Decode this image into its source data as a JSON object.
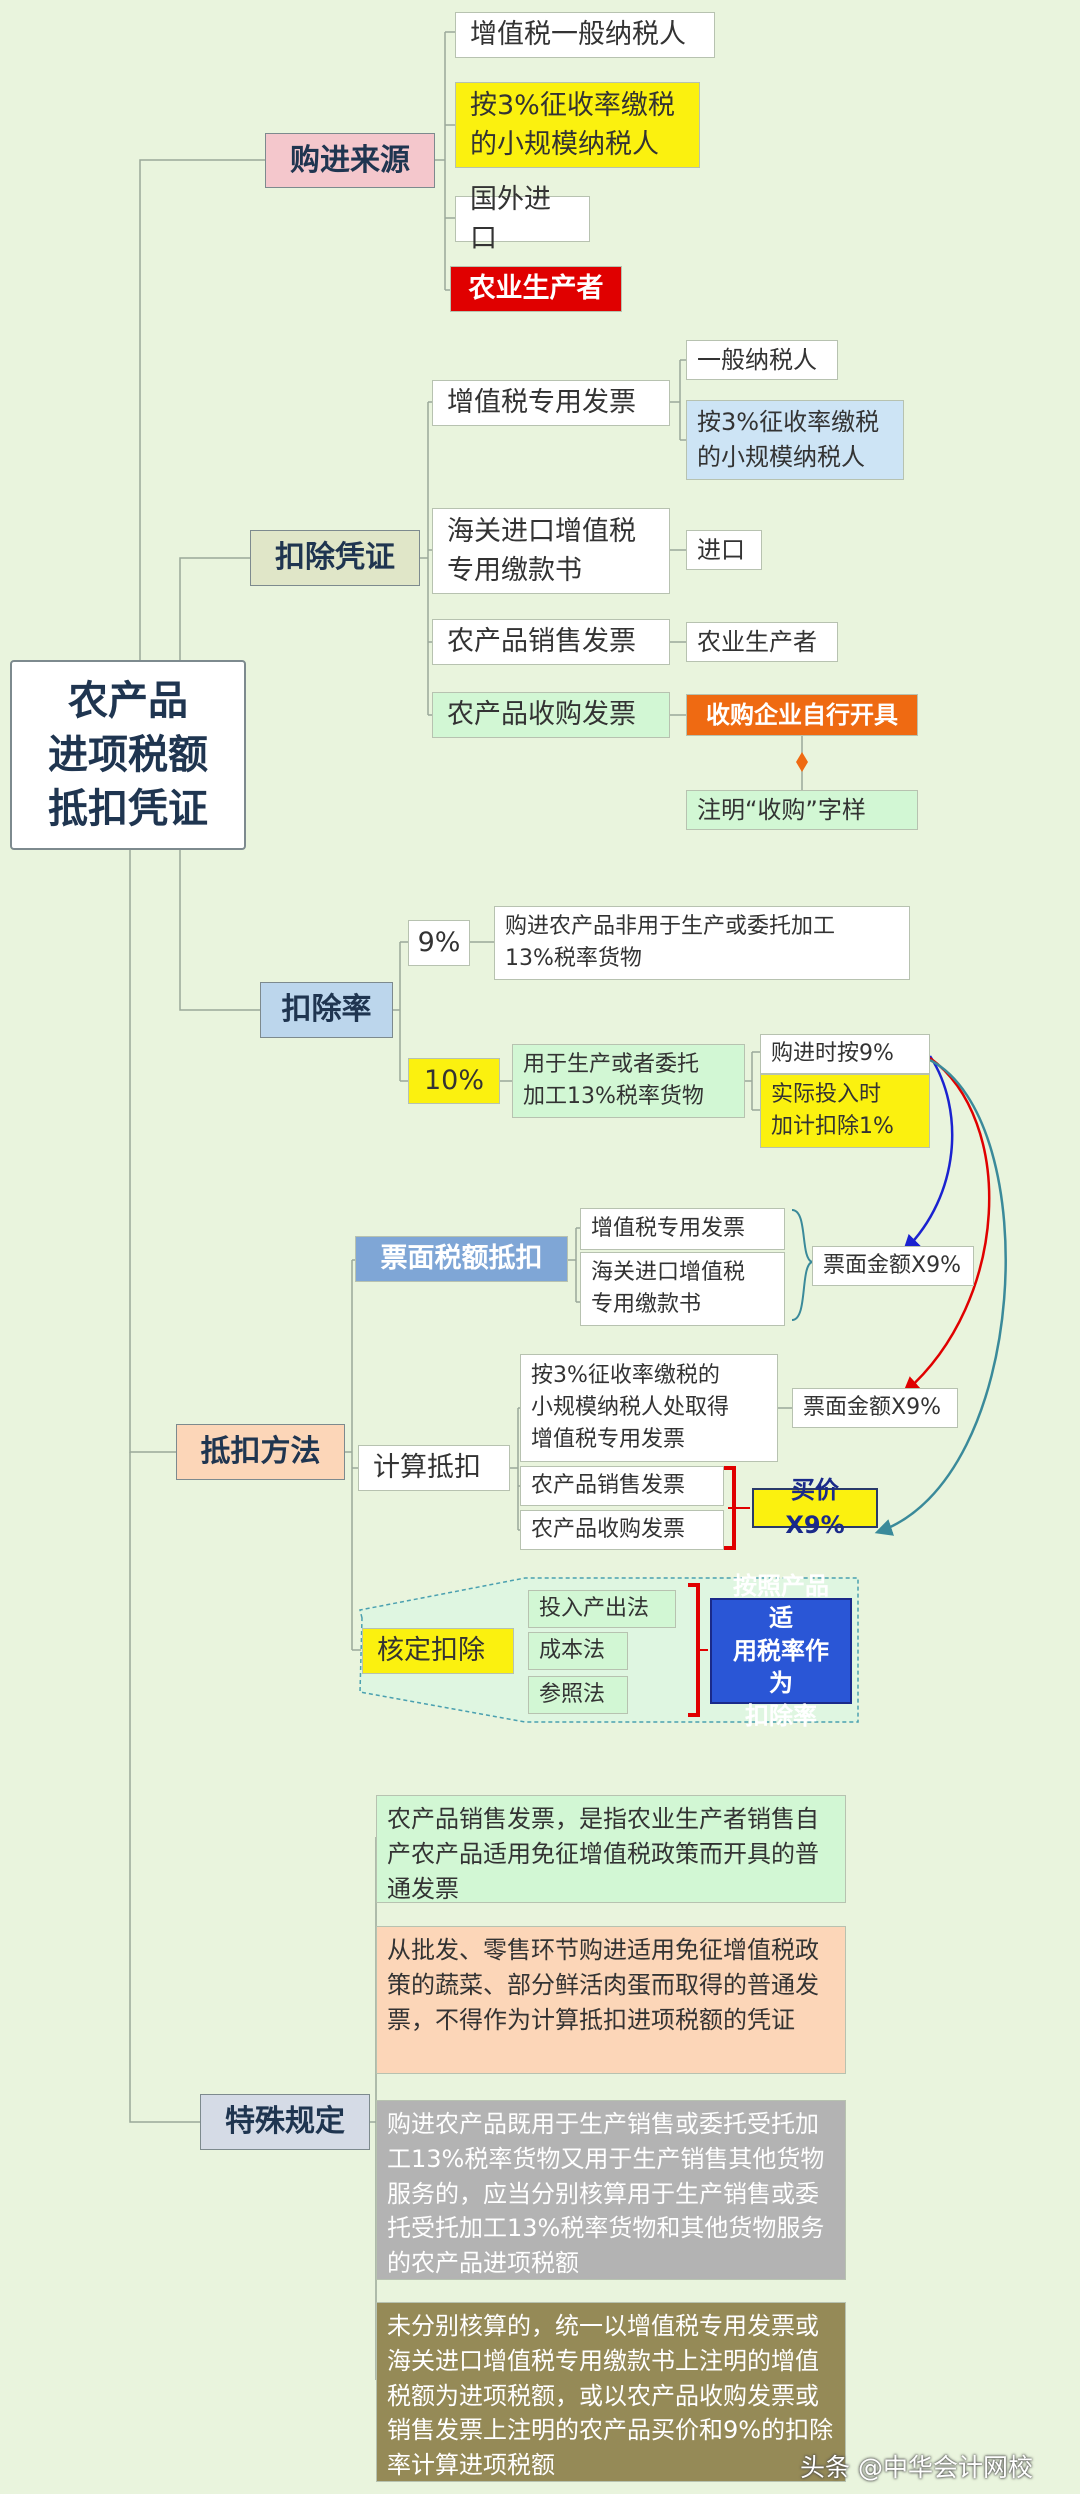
{
  "root": "农产品\n进项税额\n抵扣凭证",
  "purchase_source": {
    "title": "购进来源",
    "items": [
      "增值税一般纳税人",
      "按3%征收率缴税\n的小规模纳税人",
      "国外进口",
      "农业生产者"
    ]
  },
  "deduction_voucher": {
    "title": "扣除凭证",
    "vat_invoice": "增值税专用发票",
    "vat_children": [
      "一般纳税人",
      "按3%征收率缴税\n的小规模纳税人"
    ],
    "customs_book": "海关进口增值税\n专用缴款书",
    "customs_child": "进口",
    "sales_invoice": "农产品销售发票",
    "sales_child": "农业生产者",
    "purchase_invoice": "农产品收购发票",
    "purchase_child": "收购企业自行开具",
    "purchase_note": "注明“收购”字样"
  },
  "deduction_rate": {
    "title": "扣除率",
    "rate_9": "9%",
    "rate_9_desc": "购进农产品非用于生产或委托加工\n13%税率货物",
    "rate_10": "10%",
    "rate_10_desc": "用于生产或者委托\n加工13%税率货物",
    "at_purchase": "购进时按9%",
    "at_use": "实际投入时\n加计扣除1%"
  },
  "deduction_method": {
    "title": "抵扣方法",
    "ticket_method": "票面税额抵扣",
    "ticket_items": [
      "增值税专用发票",
      "海关进口增值税\n专用缴款书"
    ],
    "ticket_result": "票面金额X9%",
    "calc_method": "计算抵扣",
    "calc_item_small": "按3%征收率缴税的\n小规模纳税人处取得\n增值税专用发票",
    "calc_small_result": "票面金额X9%",
    "calc_items": [
      "农产品销售发票",
      "农产品收购发票"
    ],
    "calc_result": "买价X9%",
    "verify_method": "核定扣除",
    "verify_items": [
      "投入产出法",
      "成本法",
      "参照法"
    ],
    "verify_result": "按照产品适\n用税率作为\n扣除率"
  },
  "special_rules": {
    "title": "特殊规定",
    "rules": [
      "农产品销售发票，是指农业生产者销售自产农产品适用免征增值税政策而开具的普通发票",
      "从批发、零售环节购进适用免征增值税政策的蔬菜、部分鲜活肉蛋而取得的普通发票，不得作为计算抵扣进项税额的凭证",
      "购进农产品既用于生产销售或委托受托加工13%税率货物又用于生产销售其他货物服务的，应当分别核算用于生产销售或委托受托加工13%税率货物和其他货物服务的农产品进项税额",
      "未分别核算的，统一以增值税专用发票或海关进口增值税专用缴款书上注明的增值税额为进项税额，或以农产品收购发票或销售发票上注明的农产品买价和9%的扣除率计算进项税额"
    ]
  },
  "watermark": "头条 @中华会计网校",
  "colors": {
    "yellow": "#fbf10f",
    "red": "#e00000",
    "orange": "#ef6a12",
    "arrow_blue": "#1b22d0",
    "arrow_red": "#e00000",
    "arrow_teal": "#3a8a9a"
  }
}
